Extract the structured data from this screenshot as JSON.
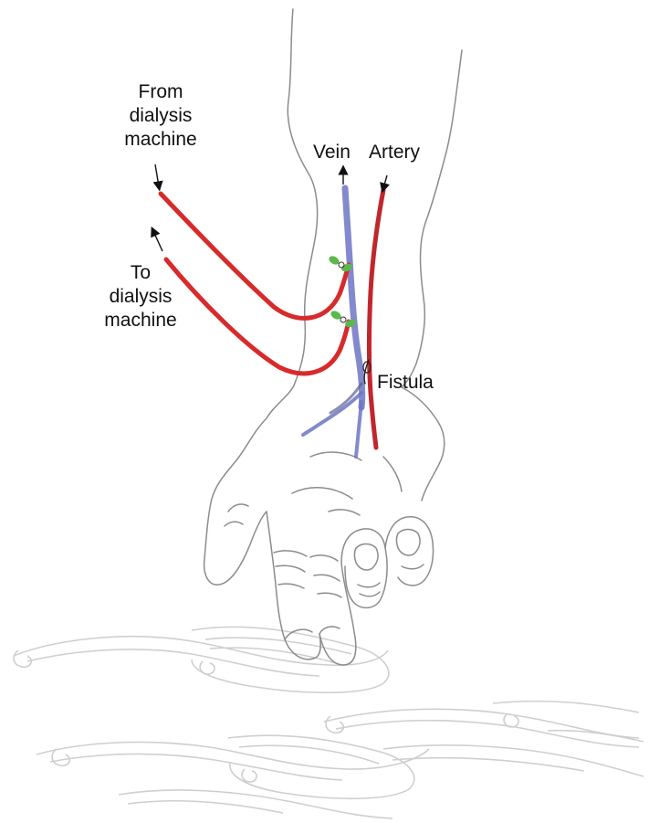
{
  "labels": {
    "from_line1": "From",
    "from_line2": "dialysis",
    "from_line3": "machine",
    "to_line1": "To",
    "to_line2": "dialysis",
    "to_line3": "machine",
    "vein": "Vein",
    "artery": "Artery",
    "fistula": "Fistula"
  },
  "colors": {
    "tube": "#d82a2a",
    "artery": "#c0272d",
    "vein": "#6d74c4",
    "needle": "#5bb84a",
    "outline": "#8a8a8a",
    "pattern": "#c9c9c9",
    "text": "#111111"
  }
}
